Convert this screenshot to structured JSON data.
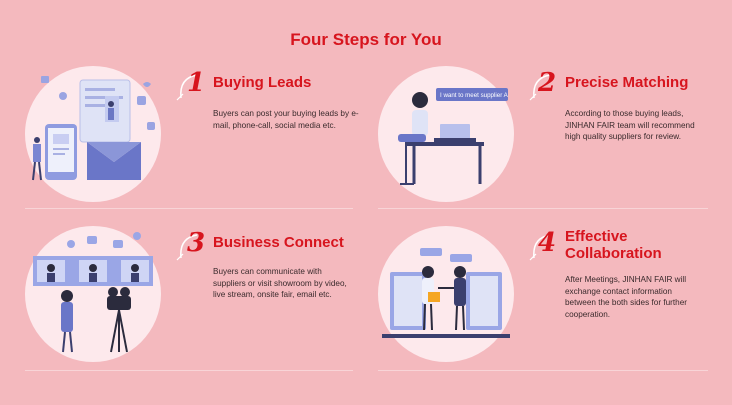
{
  "title": "Four Steps for You",
  "steps": [
    {
      "num": "1",
      "title": "Buying Leads",
      "desc": "Buyers can post your buying leads by e-mail, phone-call, social media etc."
    },
    {
      "num": "2",
      "title": "Precise Matching",
      "desc": "According to those buying leads, JINHAN FAIR team will recommend high quality suppliers for review."
    },
    {
      "num": "3",
      "title": "Business Connect",
      "desc": "Buyers can communicate with suppliers or visit showroom by video, live stream, onsite fair, email etc."
    },
    {
      "num": "4",
      "title": "Effective Collaboration",
      "desc": "After Meetings, JINHAN FAIR will exchange contact information between the both sides for further cooperation."
    }
  ],
  "speech_bubble": "I want to meet supplier A",
  "colors": {
    "accent": "#d7151e",
    "background": "#f4b9be",
    "circle": "#fde9ec"
  }
}
